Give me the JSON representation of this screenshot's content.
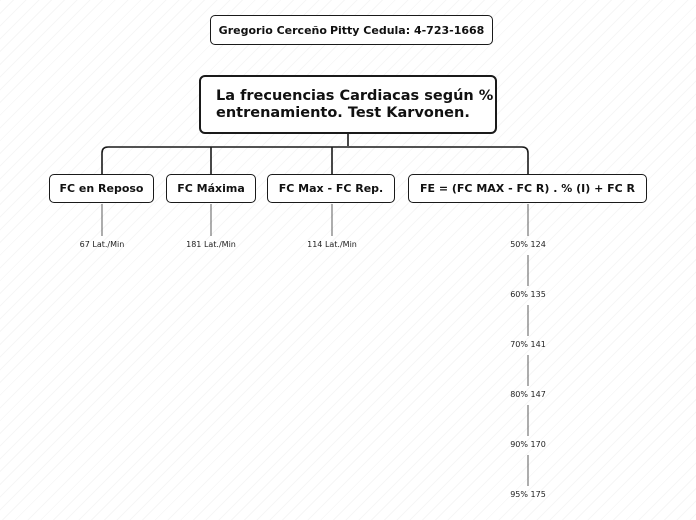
{
  "header": {
    "author_name": "Gregorio Cerceño",
    "author_id": "Pitty Cedula: 4-723-1668"
  },
  "root": {
    "title_line1": "La frecuencias Cardiacas según %",
    "title_line2": "entrenamiento. Test Karvonen."
  },
  "branches": [
    {
      "label": "FC en Reposo",
      "values": [
        "67 Lat./Min"
      ]
    },
    {
      "label": "FC Máxima",
      "values": [
        "181 Lat./Min"
      ]
    },
    {
      "label": "FC Max - FC  Rep.",
      "values": [
        "114 Lat./Min"
      ]
    },
    {
      "label": "FE = (FC MAX - FC R) . % (I) + FC R",
      "values": [
        "50% 124",
        "60% 135",
        "70% 141",
        "80% 147",
        "90% 170",
        "95% 175"
      ]
    }
  ]
}
